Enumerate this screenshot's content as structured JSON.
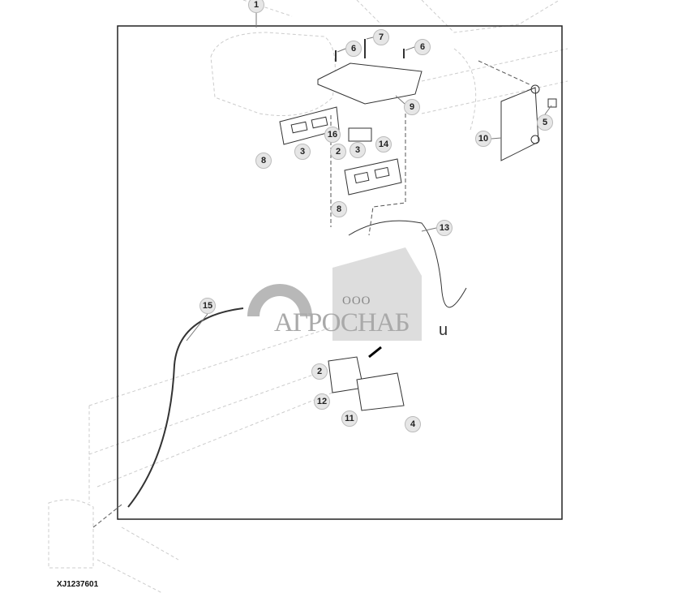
{
  "figure": {
    "id_label": "XJ1237601",
    "callouts": [
      {
        "label": "1"
      },
      {
        "label": "7"
      },
      {
        "label": "6"
      },
      {
        "label": "6"
      },
      {
        "label": "9"
      },
      {
        "label": "5"
      },
      {
        "label": "10"
      },
      {
        "label": "16"
      },
      {
        "label": "14"
      },
      {
        "label": "2"
      },
      {
        "label": "3"
      },
      {
        "label": "3"
      },
      {
        "label": "8"
      },
      {
        "label": "8"
      },
      {
        "label": "13"
      },
      {
        "label": "15"
      },
      {
        "label": "2"
      },
      {
        "label": "12"
      },
      {
        "label": "11"
      },
      {
        "label": "4"
      }
    ]
  },
  "watermark": {
    "prefix": "ООО",
    "name": "АГРОСНАБ",
    "suffix": "u"
  }
}
